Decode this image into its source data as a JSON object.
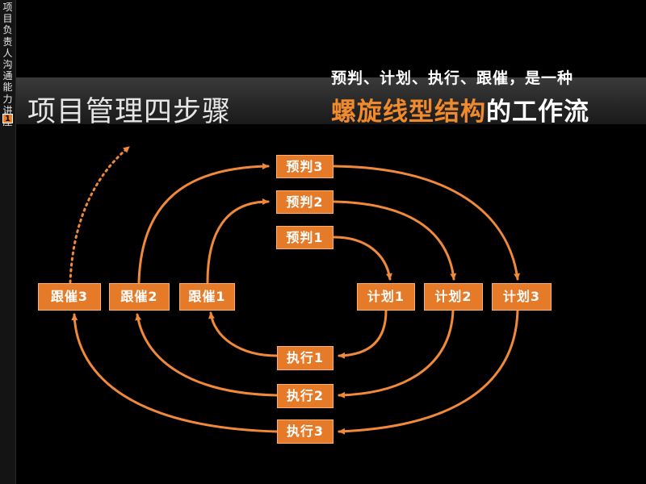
{
  "sidebar": {
    "text": "项目负责人沟通能力讲座",
    "badge": "1"
  },
  "title": "项目管理四步骤",
  "subtitle": {
    "line1": "预判、计划、执行、跟催，是一种",
    "highlight": "螺旋线型结构",
    "rest": "的工作流"
  },
  "colors": {
    "accent": "#E57A28",
    "arrow": "#F08A3A",
    "background": "#000000"
  },
  "nodes": {
    "predict1": "预判1",
    "predict2": "预判2",
    "predict3": "预判3",
    "plan1": "计划1",
    "plan2": "计划2",
    "plan3": "计划3",
    "exec1": "执行1",
    "exec2": "执行2",
    "exec3": "执行3",
    "follow1": "跟催1",
    "follow2": "跟催2",
    "follow3": "跟催3"
  }
}
